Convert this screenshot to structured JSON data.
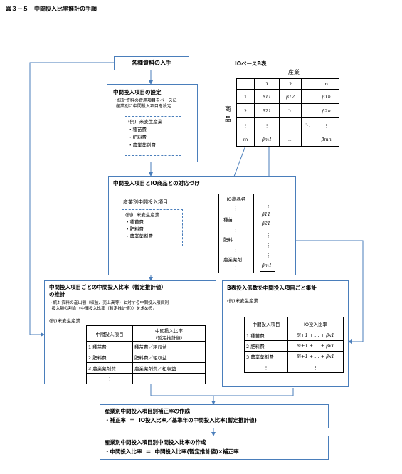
{
  "figure_title": "図３－５　中間投入比率推計の手順",
  "acquire_box": "各種資料の入手",
  "settings_box": {
    "title": "中間投入項目の設定",
    "note": "・統計資料の費用項目をベースに\n  産業別に中間投入項目を設定",
    "example_title": "(例)  米麦生産業",
    "example_items": [
      "・種苗費",
      "・肥料費",
      "・農業薬剤費"
    ]
  },
  "io_table": {
    "title": "IOベースB表",
    "industry_label": "産業",
    "commodity_label": "商\n品",
    "col_heads": [
      "1",
      "2",
      "…",
      "n"
    ],
    "rows": [
      {
        "head": "1",
        "cells": [
          "β11",
          "β12",
          "…",
          "β1n"
        ]
      },
      {
        "head": "2",
        "cells": [
          "β21",
          "⋱",
          "",
          "β2n"
        ]
      },
      {
        "head": "︙",
        "cells": [
          "︙",
          "",
          "⋱",
          "︙"
        ]
      },
      {
        "head": "m",
        "cells": [
          "βm1",
          "…",
          "",
          "βmn"
        ]
      }
    ]
  },
  "mapping_box": {
    "title": "中間投入項目とIO商品との対応づけ",
    "sub_title": "産業別中間投入項目",
    "example_title": "(例)  米麦生産業",
    "example_items": [
      "・種苗費",
      "・肥料費",
      "・農業薬剤費"
    ],
    "io_items_head": "IO商品名",
    "io_items": [
      "︙",
      "種苗",
      "︙",
      "肥料",
      "︙",
      "農業薬剤",
      "︙"
    ],
    "beta_col": [
      "︙",
      "β11",
      "β21",
      "︙",
      "︙",
      "︙",
      "βm1"
    ]
  },
  "ratio_box": {
    "title": "中間投入項目ごとの中間投入比率（暫定推計値）\nの推計",
    "note": "・統計資料の産出額（収益、売上高等）に対する中間投入項目別\n  投入額の割合（中間投入比率（暫定推計値））を求める。",
    "example_title": "(例)米麦生産業",
    "headers": [
      "中間投入項目",
      "中間投入比率\n（暫定推計値）"
    ],
    "rows": [
      [
        "1  種苗費",
        "種苗費／粗収益"
      ],
      [
        "2  肥料費",
        "肥料費／粗収益"
      ],
      [
        "3  農業薬剤費",
        "農業薬剤費／粗収益"
      ],
      [
        "︙",
        "︙"
      ]
    ]
  },
  "aggregate_box": {
    "title": "B表投入係数を中間投入項目ごと集計",
    "example_title": "(例)米麦生産業",
    "headers": [
      "中間投入項目",
      "IO投入比率"
    ],
    "rows": [
      [
        "1  種苗費",
        "βi+1 + … + βx1"
      ],
      [
        "2  肥料費",
        "βi+1 + … + βx1"
      ],
      [
        "3  農業薬剤費",
        "βi+1 + … + βx1"
      ],
      [
        "︙",
        "︙"
      ]
    ]
  },
  "correction_box": {
    "title": "産業別中間投入項目別補正率の作成",
    "formula": "・補正率  ＝  IO投入比率／基準年の中間投入比率(暫定推計値)"
  },
  "final_box": {
    "title": "産業別中間投入項目別中間投入比率の作成",
    "formula": "・中間投入比率  ＝  中間投入比率(暫定推計値)×補正率"
  }
}
